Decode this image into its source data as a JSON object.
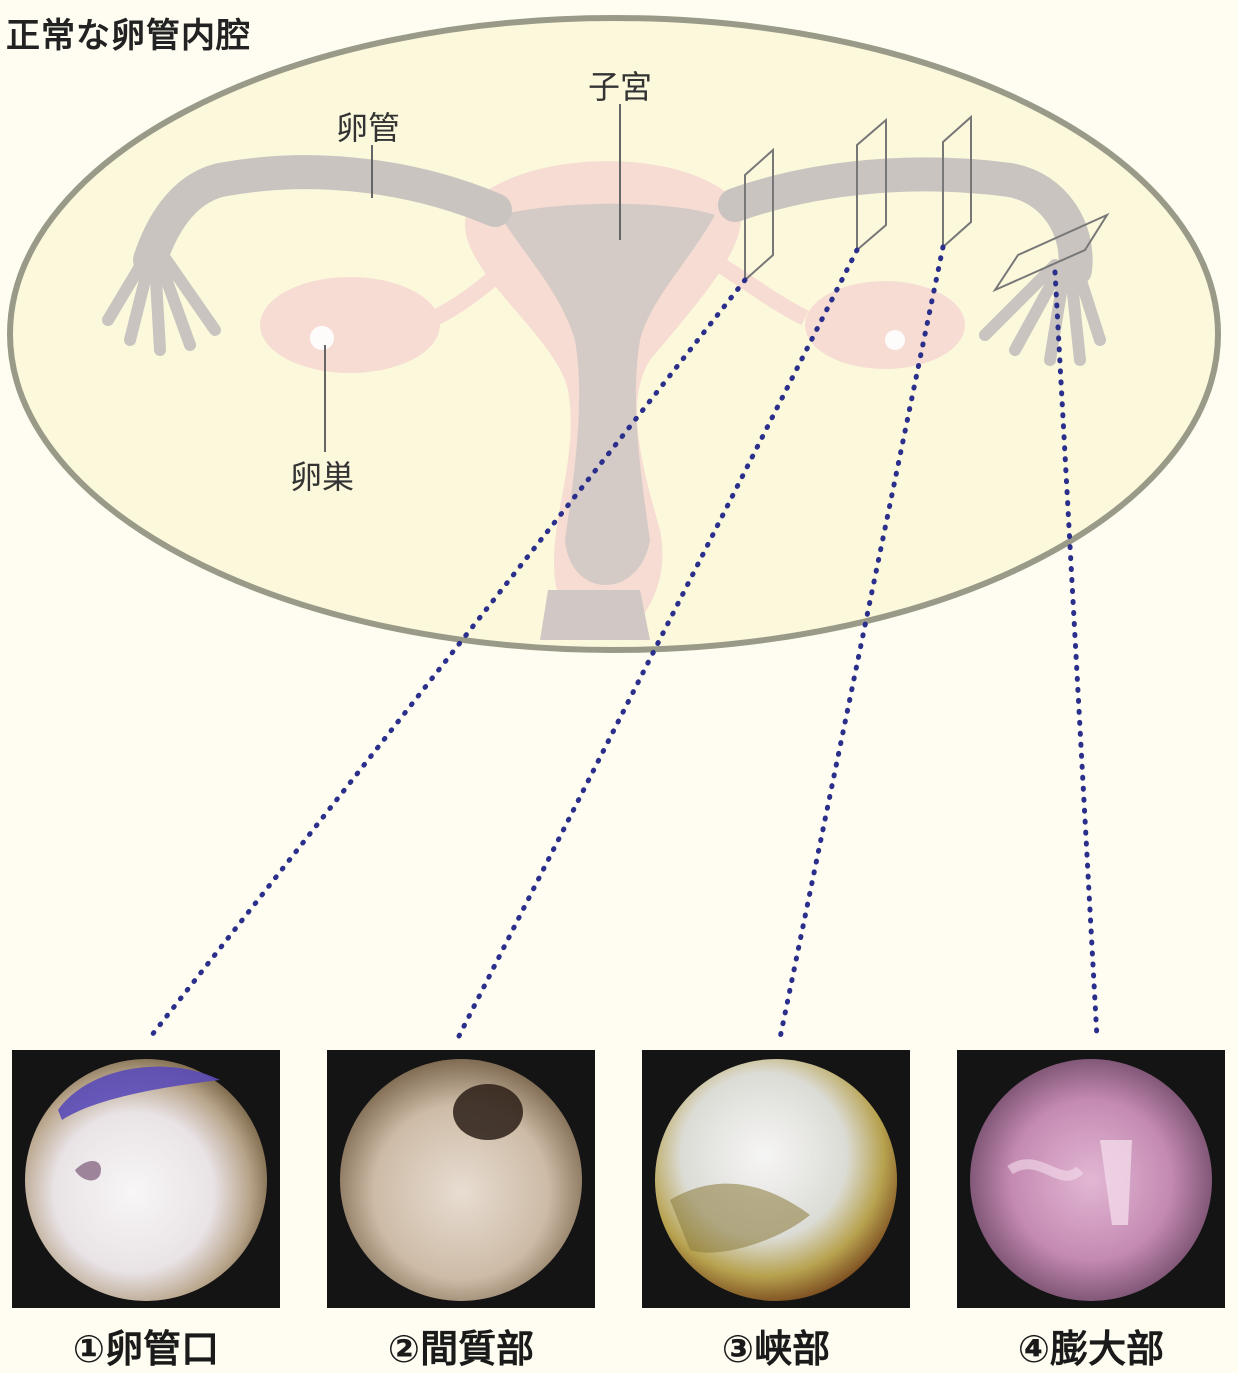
{
  "title": "正常な卵管内腔",
  "labels": {
    "oviduct": "卵管",
    "uterus": "子宮",
    "ovary": "卵巣"
  },
  "photos": [
    {
      "caption": "①卵管口"
    },
    {
      "caption": "②間質部"
    },
    {
      "caption": "③峡部"
    },
    {
      "caption": "④膨大部"
    }
  ],
  "colors": {
    "background": "#fffdf1",
    "ellipse_fill": "#fcf8dc",
    "ellipse_stroke": "#9a9a88",
    "organ_pink": "#f6dcd2",
    "tube_gray": "#c9c4bf",
    "dotted_line": "#2b2f8c"
  }
}
